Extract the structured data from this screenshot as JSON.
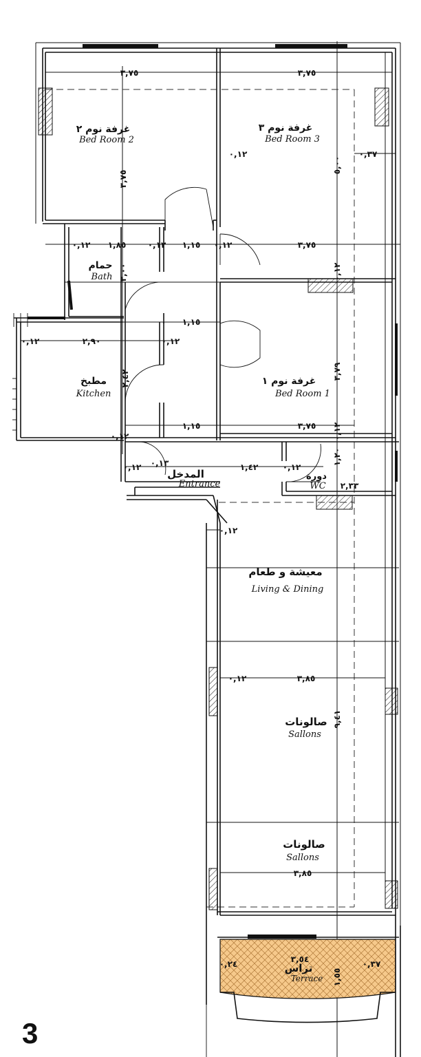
{
  "plan_number": "3",
  "rooms": {
    "bed2": {
      "ar": "غرفة نوم ٢",
      "en": "Bed Room 2"
    },
    "bed3": {
      "ar": "غرفة نوم ٣",
      "en": "Bed Room 3"
    },
    "bath": {
      "ar": "حمام",
      "en": "Bath"
    },
    "kitchen": {
      "ar": "مطبخ",
      "en": "Kitchen"
    },
    "bed1": {
      "ar": "غرفة نوم ١",
      "en": "Bed Room 1"
    },
    "entrance": {
      "ar": "المدخل",
      "en": "Entrance"
    },
    "wc": {
      "ar": "دورة",
      "en": "WC"
    },
    "living": {
      "ar": "معيشة و طعام",
      "en": "Living & Dining"
    },
    "sallons1": {
      "ar": "صالونات",
      "en": "Sallons"
    },
    "sallons2": {
      "ar": "صالونات",
      "en": "Sallons"
    },
    "terrace": {
      "ar": "تراس",
      "en": "Terrace"
    }
  },
  "dims": {
    "bed2_w": "٣,٧٥",
    "bed3_w": "٣,٧٥",
    "bed2_h": "٣,٧٥",
    "bed3_h": "٥,٠٠",
    "wall_12_a": "٠,١٢",
    "wall_37_a": "٠,٣٧",
    "bath_w": "١,٨٥",
    "bath_l": "٠,١٢",
    "bath_r": "٠,١٢",
    "bath_h": "٢,٠٠",
    "corr_1": "١,١٥",
    "corr_wall": "٠,١٢",
    "bed1_w_top": "٣,٧٥",
    "col_12": "٠,١٢",
    "corr_2": "١,١٥",
    "kitchen_l": "٠,١٢",
    "kitchen_w": "٢,٩٠",
    "kitchen_r": "٠,١٢",
    "kitchen_h": "٢,٤٢",
    "bed1_h": "٣,٧٩",
    "corr_3": "١,١٥",
    "bed1_w": "٣,٧٥",
    "col_12b": "٠,١٢",
    "kitchen_b": "٠,١٢",
    "ent_w": "١,٤٢",
    "ent_l": "٠,١٢",
    "ent_x": "٠,١٣",
    "ent_r": "٠,١٢",
    "wc_h": "١,٢٠",
    "wc_w": "٢,٣٣",
    "living_wall": "٠,١٢",
    "sal_l": "٠,١٢",
    "sal_w1": "٣,٨٥",
    "sal_h": "٩,٤١",
    "sal_w2": "٣,٨٥",
    "ter_l": "٠,٢٤",
    "ter_w": "٣,٥٤",
    "ter_r": "٠,٣٧",
    "ter_h": "١,٥٥"
  }
}
